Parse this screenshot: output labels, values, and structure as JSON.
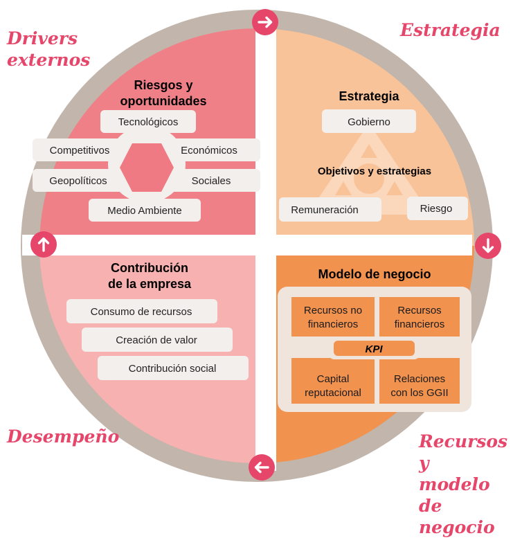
{
  "colors": {
    "ring": "#c2b5ab",
    "q1_risks": "#f08088",
    "q2_strategy": "#f9c39a",
    "q3_performance": "#f6b1b0",
    "q4_business": "#f2924f",
    "label_box": "#f2efec",
    "hexagon": "#f07a83",
    "triangle": "#fbd8bc",
    "kpi_panel": "#efe5dc",
    "nav_button": "#e5466a",
    "accent_text": "#e5466a"
  },
  "corner_labels": {
    "top_left": "Drivers\nexternos",
    "top_right": "Estrategia",
    "bottom_left": "Desempeño",
    "bottom_right": "Recursos y\nmodelo de\nnegocio"
  },
  "nav_buttons": {
    "top": "right-arrow-icon",
    "right": "down-arrow-icon",
    "bottom": "left-arrow-icon",
    "left": "up-arrow-icon"
  },
  "risks": {
    "title_line1": "Riesgos y",
    "title_line2": "oportunidades",
    "items": [
      "Tecnológicos",
      "Competitivos",
      "Económicos",
      "Geopolíticos",
      "Sociales",
      "Medio Ambiente"
    ]
  },
  "strategy": {
    "title": "Estrategia",
    "center": "Objetivos y estrategias",
    "items": [
      "Gobierno",
      "Remuneración",
      "Riesgo"
    ]
  },
  "contribution": {
    "title_line1": "Contribución",
    "title_line2": "de la empresa",
    "items": [
      "Consumo de recursos",
      "Creación de valor",
      "Contribución social"
    ]
  },
  "business_model": {
    "title": "Modelo de negocio",
    "cells": [
      [
        "Recursos no",
        "financieros"
      ],
      [
        "Recursos",
        "financieros"
      ],
      [
        "Capital",
        "reputacional"
      ],
      [
        "Relaciones",
        "con los GGII"
      ]
    ],
    "center": "KPI"
  }
}
